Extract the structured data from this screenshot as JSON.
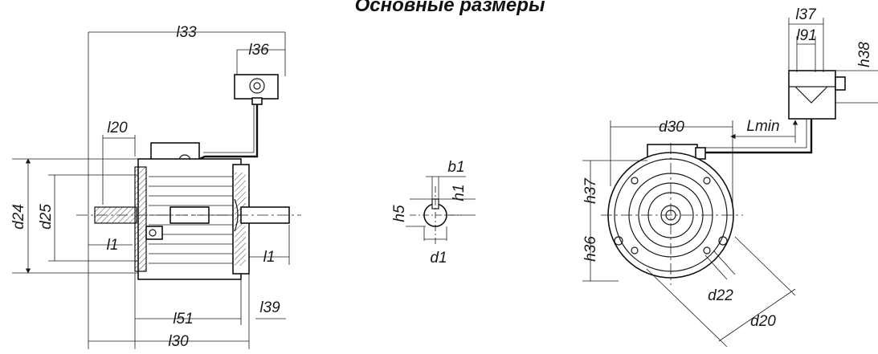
{
  "title": "Основные размеры",
  "labels": {
    "l33": "l33",
    "l36": "l36",
    "l20": "l20",
    "d24": "d24",
    "d25": "d25",
    "l1_left": "l1",
    "l1_right": "l1",
    "l51": "l51",
    "l39": "l39",
    "l30": "l30",
    "b1": "b1",
    "h1": "h1",
    "h5": "h5",
    "d1": "d1",
    "l37": "l37",
    "l91": "l91",
    "h38": "h38",
    "d30": "d30",
    "lmin": "Lmin",
    "h37": "h37",
    "h36": "h36",
    "d22": "d22",
    "d20": "d20"
  }
}
